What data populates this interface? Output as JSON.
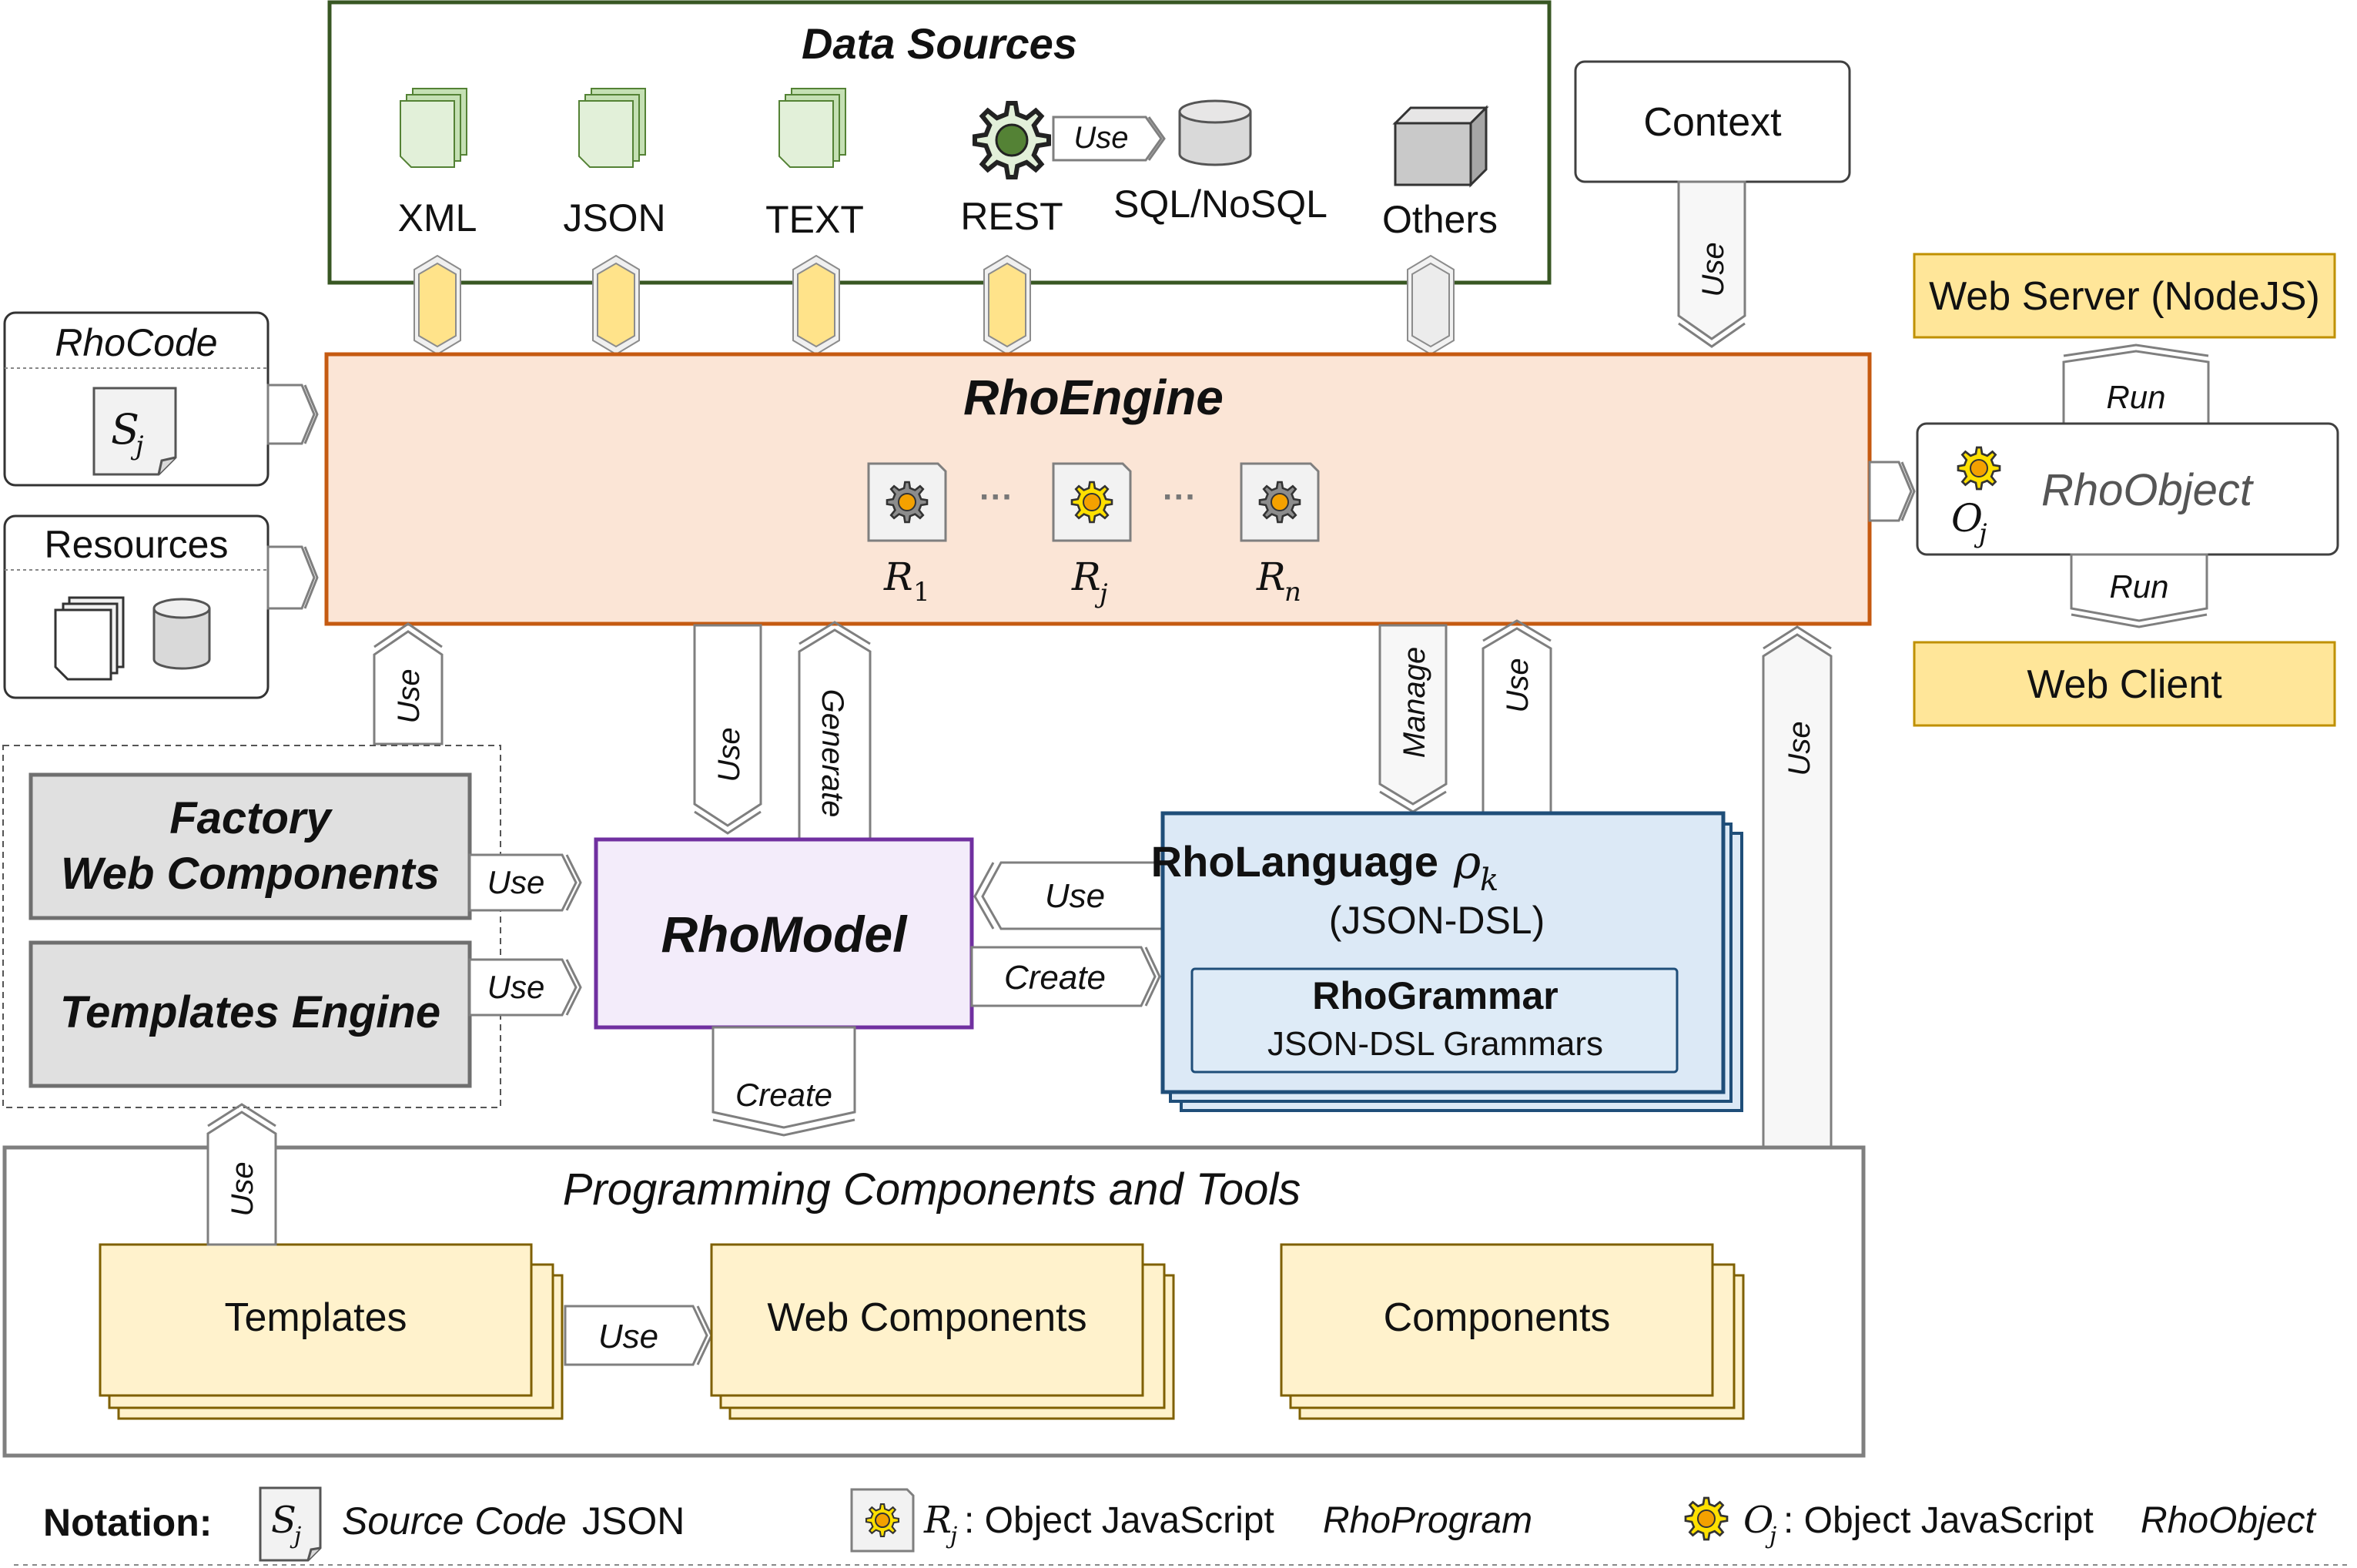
{
  "data_sources": {
    "title": "Data Sources",
    "items": [
      "XML",
      "JSON",
      "TEXT",
      "REST",
      "SQL/NoSQL",
      "Others"
    ],
    "rest_use": "Use"
  },
  "context": {
    "label": "Context",
    "use": "Use"
  },
  "rhocode": {
    "label": "RhoCode",
    "symbol": "S",
    "sub": "j"
  },
  "resources": {
    "label": "Resources"
  },
  "engine": {
    "title": "RhoEngine",
    "dots": "···",
    "programs": [
      {
        "name": "R",
        "sub": "1"
      },
      {
        "name": "R",
        "sub": "j"
      },
      {
        "name": "R",
        "sub": "n"
      }
    ]
  },
  "web_server": {
    "label": "Web Server (NodeJS)",
    "run": "Run"
  },
  "rhoobject": {
    "label": "RhoObject",
    "symbol": "O",
    "sub": "j"
  },
  "web_client": {
    "label": "Web Client",
    "run": "Run"
  },
  "factory": {
    "line1": "Factory",
    "line2": "Web Components",
    "use": "Use"
  },
  "templates_engine": {
    "label": "Templates Engine",
    "use": "Use"
  },
  "rhomodel": {
    "label": "RhoModel",
    "use": "Use",
    "generate": "Generate",
    "create": "Create"
  },
  "rholanguage": {
    "title": "RhoLanguage",
    "symbol": "ρ",
    "sub": "k",
    "subtitle": "(JSON-DSL)",
    "grammar_title": "RhoGrammar",
    "grammar_sub": "JSON-DSL Grammars",
    "use_left": "Use",
    "create": "Create",
    "manage": "Manage",
    "use_up": "Use"
  },
  "engine_use": "Use",
  "tools_use": "Use",
  "programming": {
    "title": "Programming Components and Tools",
    "templates": "Templates",
    "web_components": "Web Components",
    "components": "Components",
    "use": "Use",
    "templates_use": "Use"
  },
  "notation": {
    "label": "Notation:",
    "sj_symbol": "S",
    "sj_sub": "j",
    "sj_text_italic": "Source Code",
    "sj_text": "JSON",
    "rj_symbol": "R",
    "rj_sub": "j",
    "rj_text": ": Object JavaScript",
    "rj_text_italic": "RhoProgram",
    "oj_symbol": "O",
    "oj_sub": "j",
    "oj_text": ": Object JavaScript",
    "oj_text_italic": "RhoObject"
  },
  "colors": {
    "engine_fill": "#fbe5d6",
    "engine_border": "#c55a11",
    "model_fill": "#f3ecfa",
    "model_border": "#7030a0",
    "lang_fill": "#dce9f6",
    "lang_border": "#1f4e79",
    "tool_fill": "#fdf0c4",
    "tool_border": "#7f6000",
    "gray_fill": "#e0e0e0",
    "ds_border": "#385723",
    "doc_green": "#c5e0b4"
  }
}
